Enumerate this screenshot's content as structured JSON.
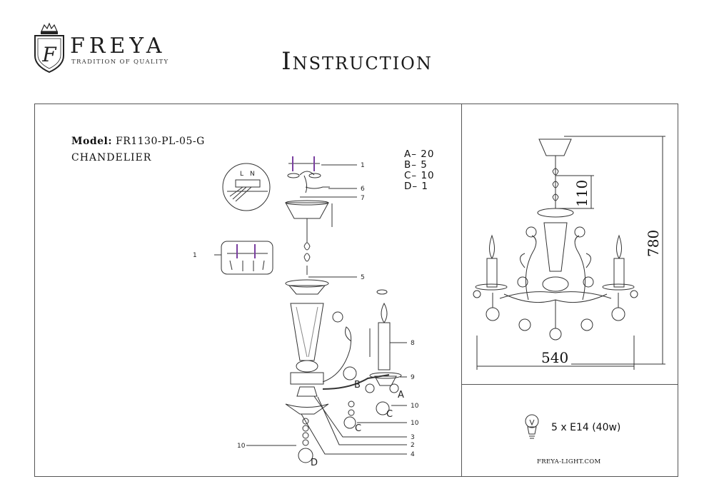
{
  "brand": {
    "name": "FREYA",
    "tagline": "TRADITION OF QUALITY",
    "logo_letter": "F"
  },
  "page_title": "Instruction",
  "model": {
    "label": "Model:",
    "code": "FR1130-PL-05-G",
    "type": "CHANDELIER"
  },
  "parts_list": [
    "A– 20",
    "B– 5",
    "C– 10",
    "D– 1"
  ],
  "callouts": [
    "1",
    "6",
    "7",
    "1",
    "5",
    "8",
    "9",
    "10",
    "10",
    "3",
    "2",
    "4",
    "10"
  ],
  "part_letters": [
    "A",
    "B",
    "C",
    "C",
    "D"
  ],
  "terminal_labels": [
    "L",
    "N"
  ],
  "dimensions": {
    "drop": "110",
    "height": "780",
    "width": "540"
  },
  "bulb_spec": "5 x E14 (40w)",
  "website": "FREYA-LIGHT.COM"
}
